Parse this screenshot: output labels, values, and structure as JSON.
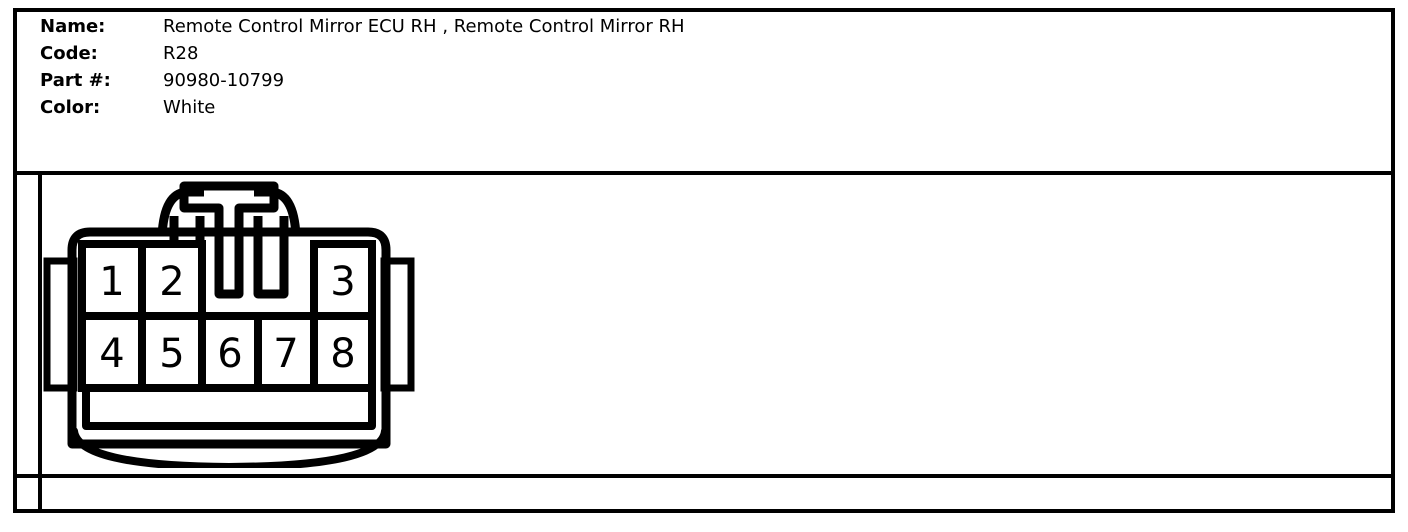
{
  "spec": {
    "rows": [
      {
        "label": "Name:",
        "value": "Remote Control Mirror ECU RH , Remote Control Mirror RH"
      },
      {
        "label": "Code:",
        "value": "R28"
      },
      {
        "label": "Part #:",
        "value": "90980-10799"
      },
      {
        "label": "Color:",
        "value": "White"
      }
    ]
  },
  "connector": {
    "type": "8-pin rectangular connector, front view with top latch",
    "colors": {
      "outline": "#000000",
      "cavity_fill": "#ffffff",
      "background": "#ffffff"
    },
    "top_row": [
      {
        "pin": "1"
      },
      {
        "pin": "2"
      },
      {
        "pin": "3"
      }
    ],
    "bottom_row": [
      {
        "pin": "4"
      },
      {
        "pin": "5"
      },
      {
        "pin": "6"
      },
      {
        "pin": "7"
      },
      {
        "pin": "8"
      }
    ]
  }
}
